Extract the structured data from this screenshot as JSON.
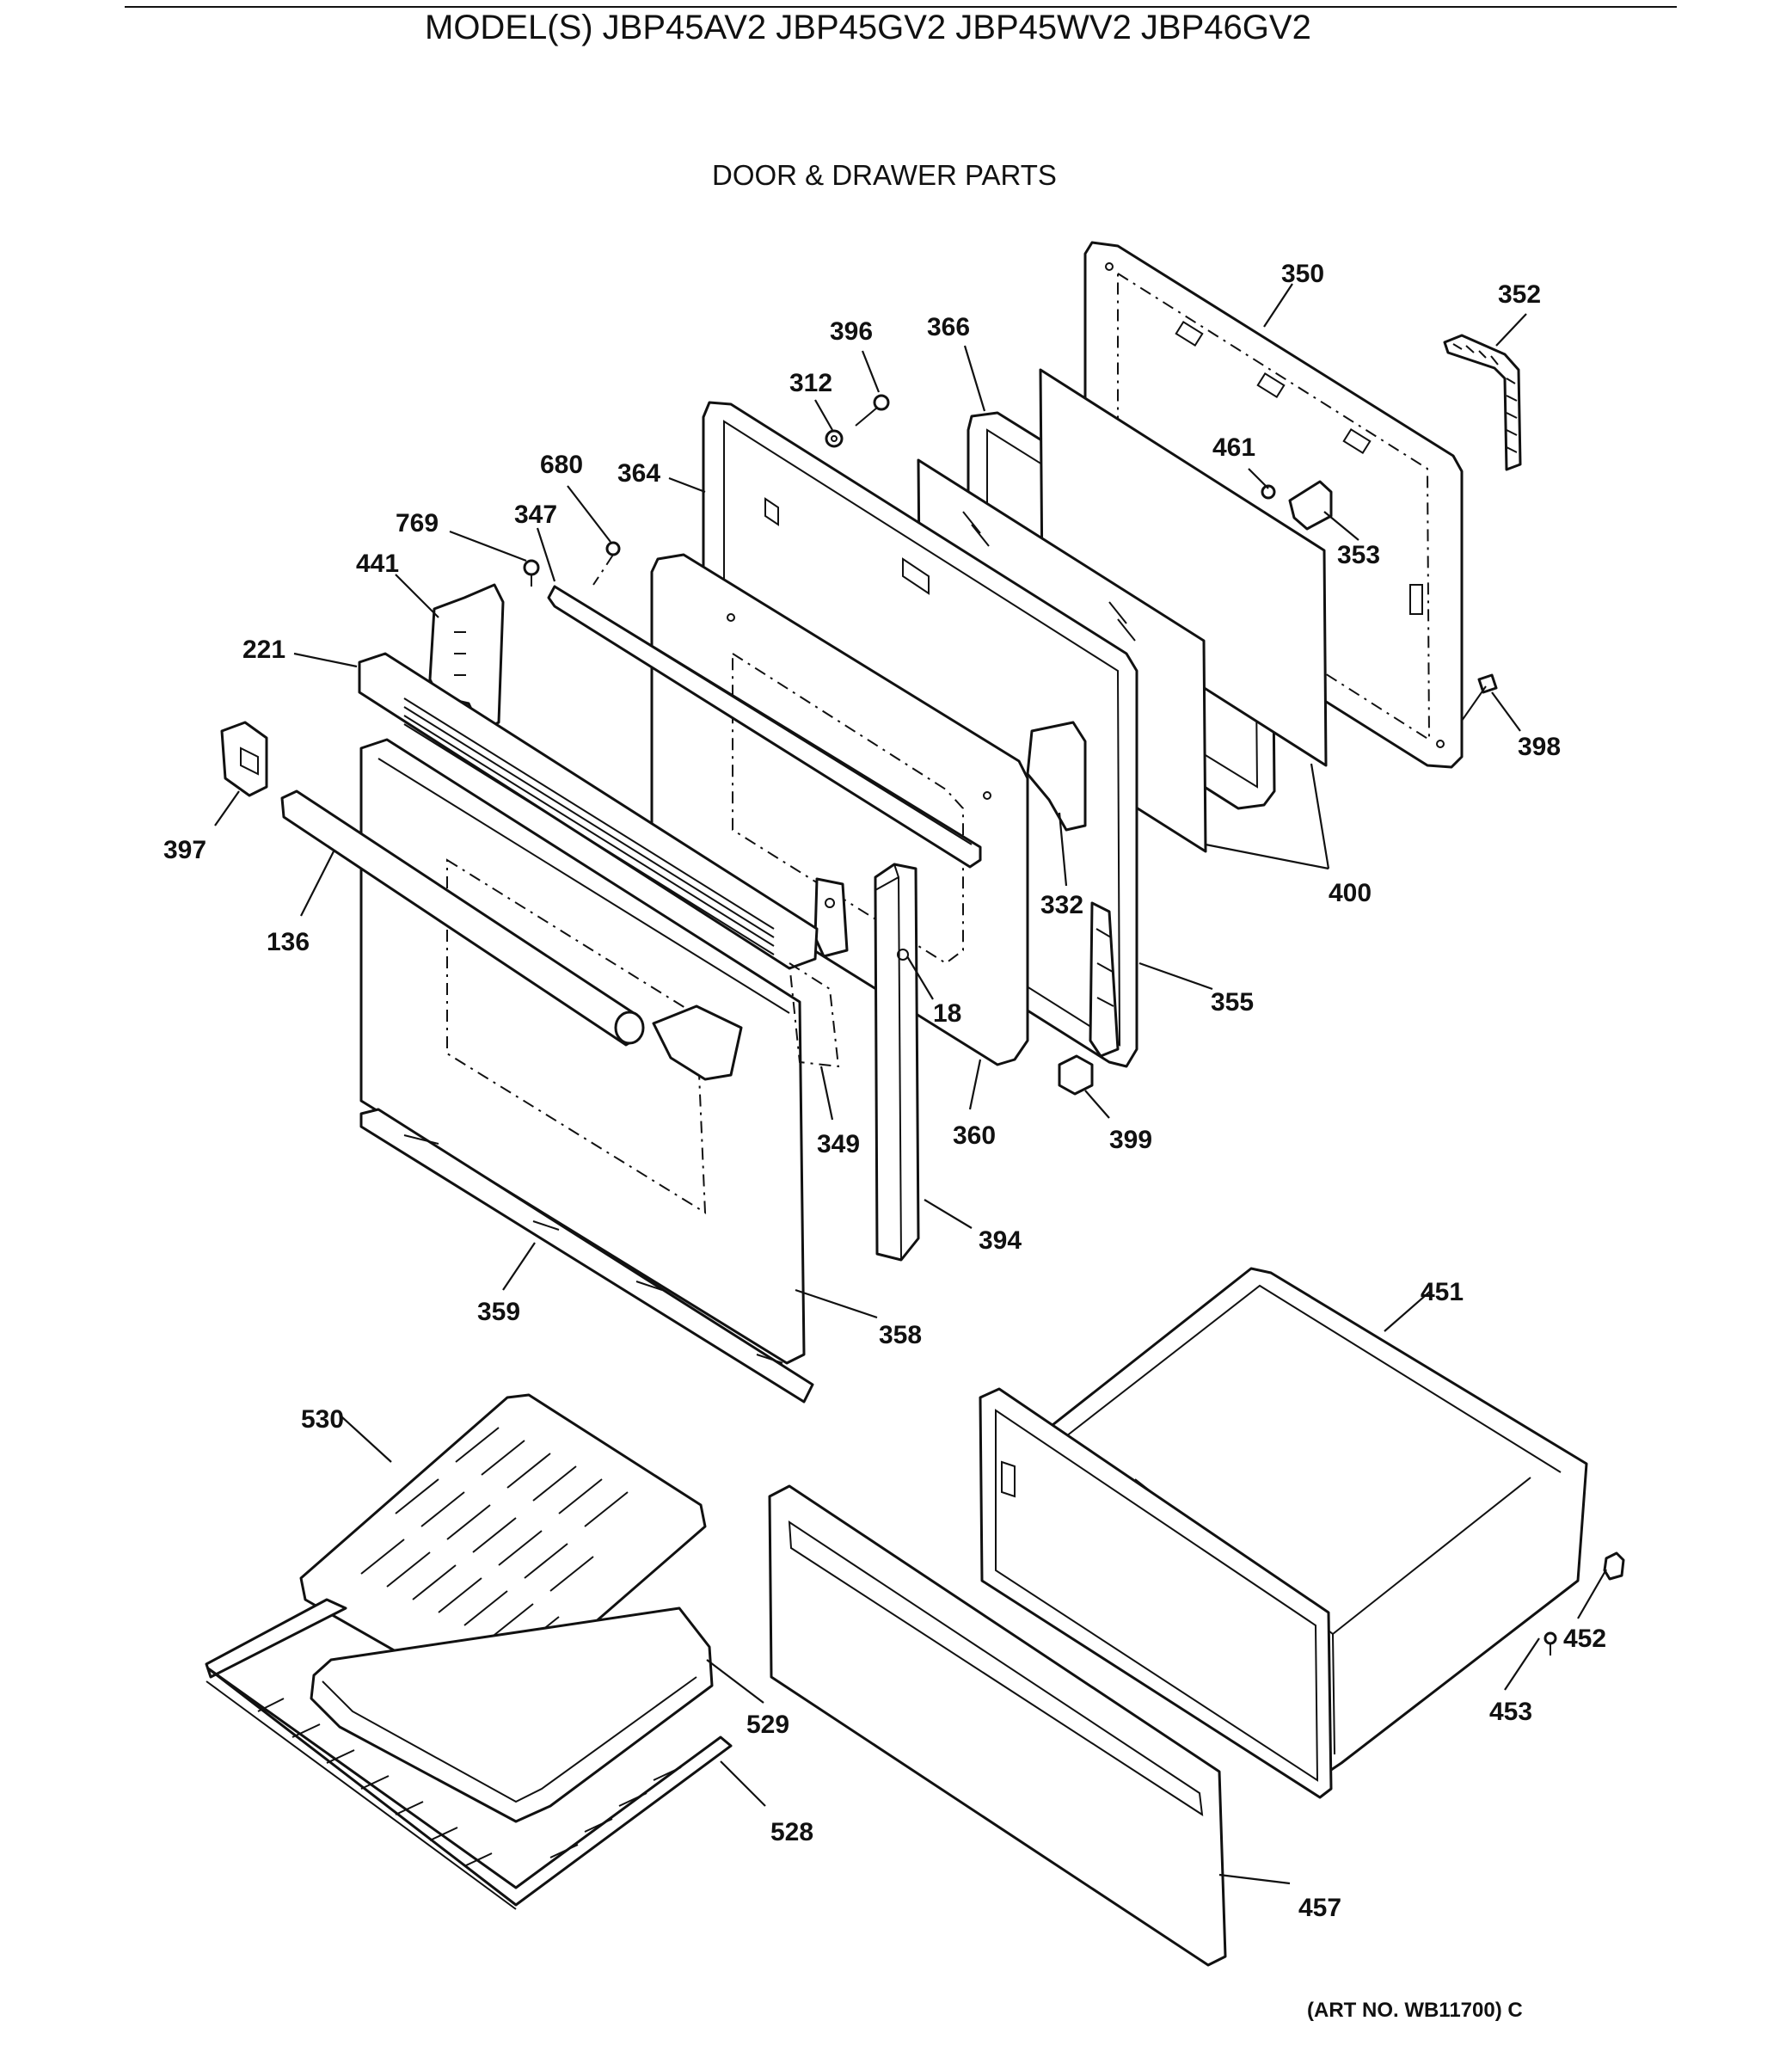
{
  "header": {
    "title": "MODEL(S) JBP45AV2  JBP45GV2  JBP45WV2  JBP46GV2",
    "subtitle": "DOOR & DRAWER PARTS"
  },
  "footer": {
    "art_number": "(ART NO. WB11700) C"
  },
  "callouts": {
    "c350": "350",
    "c352": "352",
    "c396": "396",
    "c366": "366",
    "c312": "312",
    "c461": "461",
    "c680": "680",
    "c364": "364",
    "c353": "353",
    "c769": "769",
    "c347": "347",
    "c441": "441",
    "c221": "221",
    "c398": "398",
    "c397": "397",
    "c400": "400",
    "c332": "332",
    "c136": "136",
    "c355": "355",
    "c18": "18",
    "c349": "349",
    "c360": "360",
    "c399": "399",
    "c394": "394",
    "c451": "451",
    "c359": "359",
    "c358": "358",
    "c530": "530",
    "c452": "452",
    "c453": "453",
    "c529": "529",
    "c528": "528",
    "c457": "457"
  }
}
